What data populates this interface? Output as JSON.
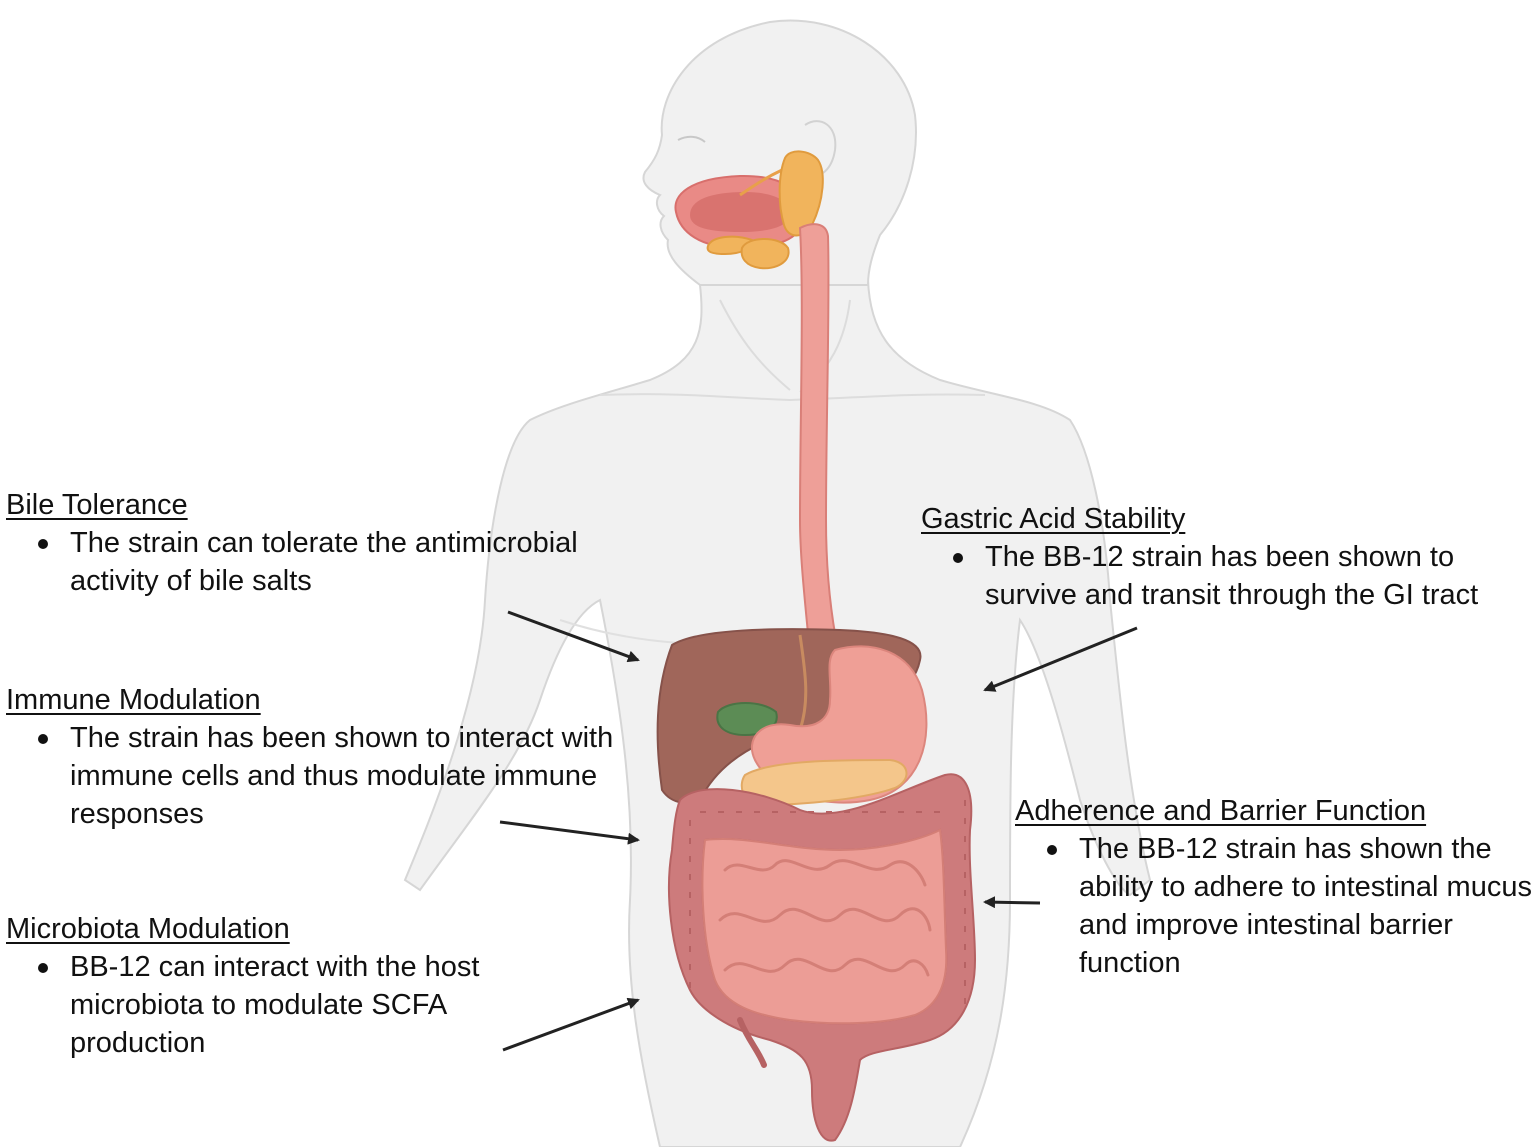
{
  "callouts": {
    "bile": {
      "title": "Bile Tolerance",
      "bullet": "The strain can tolerate the antimicrobial activity of bile salts"
    },
    "immune": {
      "title": "Immune Modulation",
      "bullet": "The strain has been shown to interact with immune cells and thus modulate immune responses"
    },
    "microbiota": {
      "title": "Microbiota Modulation",
      "bullet": "BB-12 can interact with the host microbiota to modulate SCFA production"
    },
    "gastric": {
      "title": "Gastric Acid Stability",
      "bullet": "The BB-12 strain has been shown to survive and transit through the GI tract"
    },
    "adherence": {
      "title": "Adherence and Barrier Function",
      "bullet": "The BB-12 strain has shown the ability to adhere to intestinal mucus and improve intestinal barrier function"
    }
  },
  "colors": {
    "body_fill": "#f1f1f1",
    "body_outline": "#d6d6d6",
    "esophagus": "#ee9f98",
    "liver": "#a0665a",
    "gallbladder": "#5c8c55",
    "stomach": "#ef9f96",
    "pancreas": "#f4c68b",
    "salivary_glands": "#f1b45c",
    "colon": "#cd7b7c",
    "small_intestine": "#ec9d96",
    "arrow": "#222222"
  },
  "icons": [
    "human-torso-silhouette",
    "salivary-gland-icon",
    "esophagus-icon",
    "liver-icon",
    "gallbladder-icon",
    "stomach-icon",
    "pancreas-icon",
    "large-intestine-icon",
    "small-intestine-icon"
  ]
}
